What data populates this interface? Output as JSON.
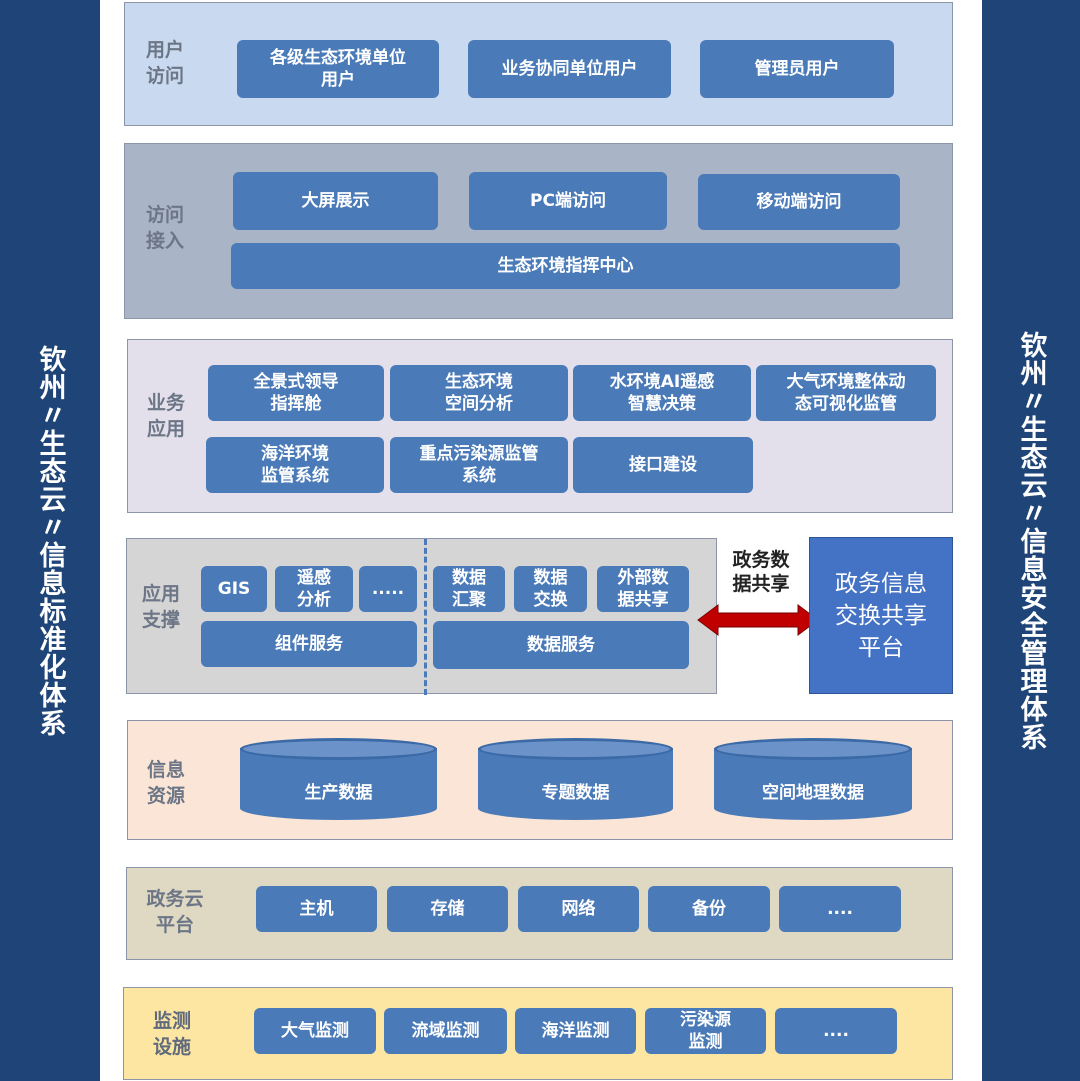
{
  "left_side": "钦州〃生态云〃信息标准化体系",
  "right_side": "钦州〃生态云〃信息安全管理体系",
  "layers": {
    "user_access": {
      "label": "用户\n访问",
      "items": [
        "各级生态环境单位\n用户",
        "业务协同单位用户",
        "管理员用户"
      ]
    },
    "access_entry": {
      "label": "访问\n接入",
      "items": [
        "大屏展示",
        "PC端访问",
        "移动端访问"
      ],
      "center": "生态环境指挥中心"
    },
    "business_app": {
      "label": "业务\n应用",
      "items": [
        "全景式领导\n指挥舱",
        "生态环境\n空间分析",
        "水环境AI遥感\n智慧决策",
        "大气环境整体动\n态可视化监管",
        "海洋环境\n监管系统",
        "重点污染源监管\n系统",
        "接口建设"
      ]
    },
    "app_support": {
      "label": "应用\n支撑",
      "component_items": [
        "GIS",
        "遥感\n分析",
        "....."
      ],
      "component_service": "组件服务",
      "data_items": [
        "数据\n汇聚",
        "数据\n交换",
        "外部数\n据共享"
      ],
      "data_service": "数据服务",
      "arrow_label": "政务数\n据共享",
      "exchange_platform": "政务信息\n交换共享\n平台"
    },
    "info_resources": {
      "label": "信息\n资源",
      "items": [
        "生产数据",
        "专题数据",
        "空间地理数据"
      ]
    },
    "gov_cloud": {
      "label": "政务云\n平台",
      "items": [
        "主机",
        "存储",
        "网络",
        "备份",
        "...."
      ]
    },
    "monitoring": {
      "label": "监测\n设施",
      "items": [
        "大气监测",
        "流域监测",
        "海洋监测",
        "污染源\n监测",
        "...."
      ]
    }
  },
  "colors": {
    "side": "#1f4477",
    "box": "#4a7ab8",
    "platform": "#4472c4",
    "arrow": "#c00000"
  }
}
